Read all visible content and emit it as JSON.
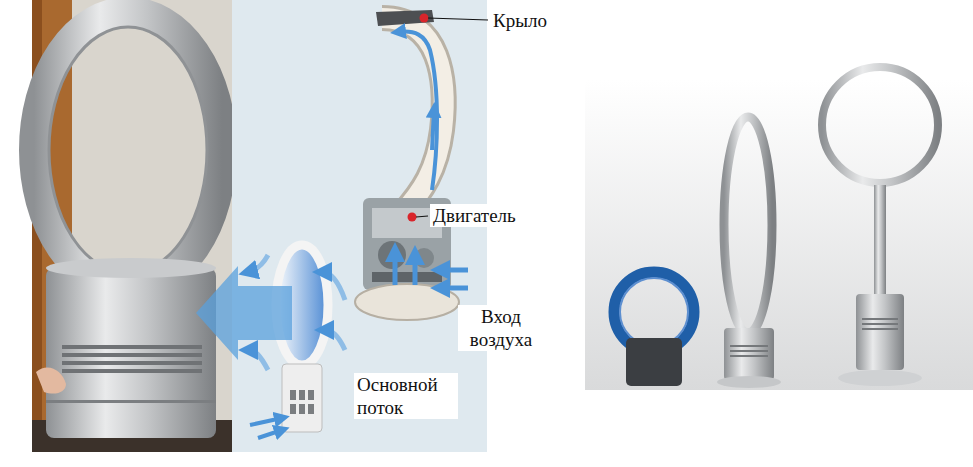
{
  "diagram": {
    "labels": [
      "Крыло",
      "Двигатель",
      "Вход воздуха",
      "Основной поток"
    ]
  }
}
